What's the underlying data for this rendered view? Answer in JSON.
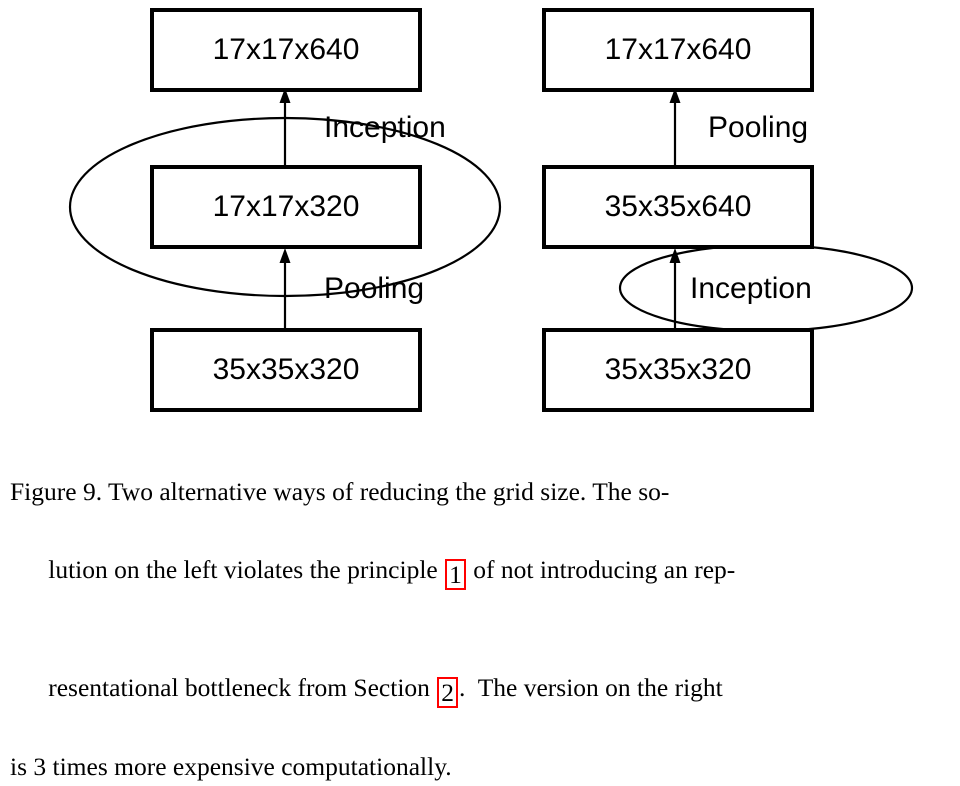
{
  "figure": {
    "left_diagram": {
      "name": "left-alternative",
      "boxes": [
        {
          "label": "17x17x640",
          "role": "output"
        },
        {
          "label": "17x17x320",
          "role": "intermediate"
        },
        {
          "label": "35x35x320",
          "role": "input"
        }
      ],
      "edges": [
        {
          "label": "Inception",
          "from": "17x17x320",
          "to": "17x17x640"
        },
        {
          "label": "Pooling",
          "from": "35x35x320",
          "to": "17x17x320"
        }
      ],
      "highlight_ellipse": {
        "encircles": "17x17x320"
      }
    },
    "right_diagram": {
      "name": "right-alternative",
      "boxes": [
        {
          "label": "17x17x640",
          "role": "output"
        },
        {
          "label": "35x35x640",
          "role": "intermediate"
        },
        {
          "label": "35x35x320",
          "role": "input"
        }
      ],
      "edges": [
        {
          "label": "Pooling",
          "from": "35x35x640",
          "to": "17x17x640"
        },
        {
          "label": "Inception",
          "from": "35x35x320",
          "to": "35x35x640"
        }
      ],
      "highlight_ellipse": {
        "encircles": "Inception edge"
      }
    },
    "colors": {
      "stroke": "#000000",
      "fill": "#ffffff",
      "reference_box": "#ff0000"
    }
  },
  "caption": {
    "line1": "Figure 9. Two alternative ways of reducing the grid size. The so-",
    "line2_a": "lution on the left violates the principle ",
    "line2_ref": "1",
    "line2_b": " of not introducing an rep-",
    "line3_a": "resentational bottleneck from Section ",
    "line3_ref": "2",
    "line3_b": ".  The version on the right",
    "line4": "is 3 times more expensive computationally."
  }
}
